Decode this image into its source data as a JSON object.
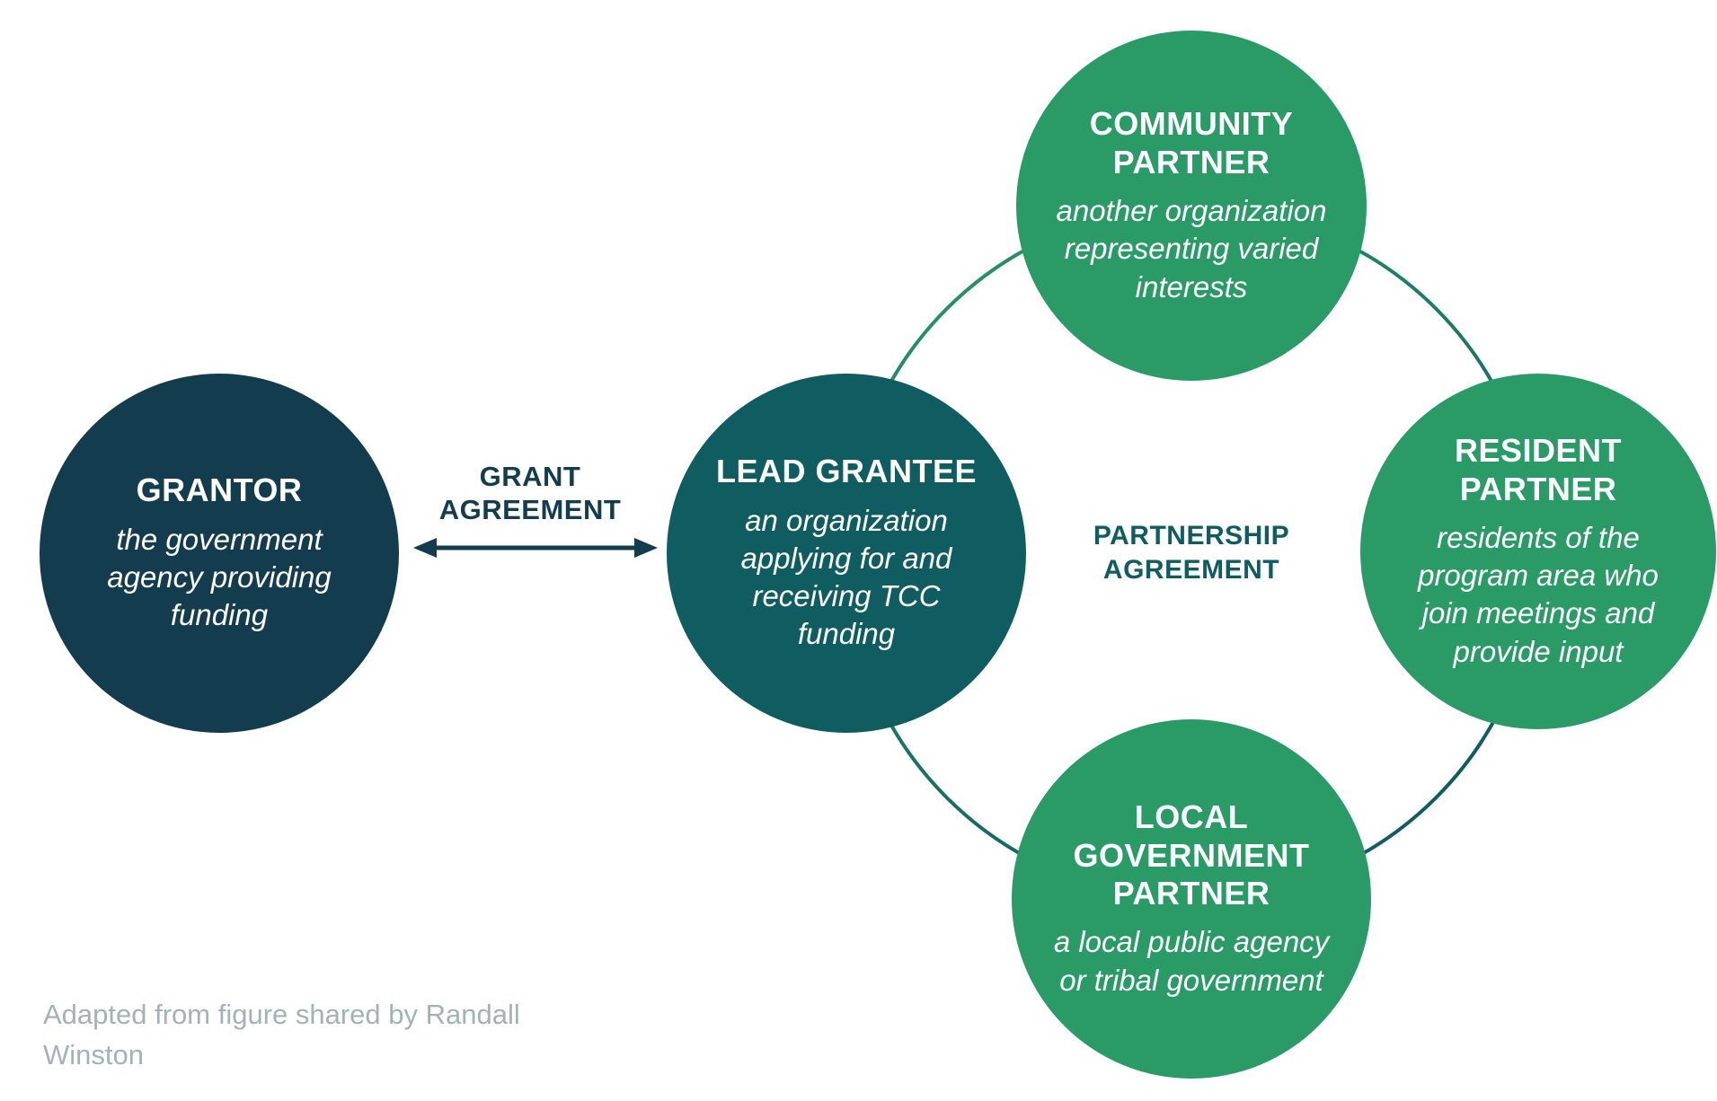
{
  "diagram": {
    "nodes": {
      "grantor": {
        "title": "GRANTOR",
        "description": "the government agency providing funding"
      },
      "lead_grantee": {
        "title": "LEAD GRANTEE",
        "description": "an organization applying for and receiving TCC funding"
      },
      "community_partner": {
        "title": "COMMUNITY PARTNER",
        "description": "another organization representing varied interests"
      },
      "resident_partner": {
        "title": "RESIDENT PARTNER",
        "description": "residents of the program area who join meetings and provide input"
      },
      "local_government_partner": {
        "title": "LOCAL GOVERNMENT PARTNER",
        "description": "a local public agency or tribal government"
      }
    },
    "labels": {
      "grant_agreement": "GRANT AGREEMENT",
      "partnership_agreement": "PARTNERSHIP AGREEMENT"
    },
    "caption": "Adapted from figure shared by Randall Winston"
  },
  "colors": {
    "grantor_circle": "#133d4e",
    "lead_grantee_circle": "#0f5c61",
    "partner_circle": "#2a9a67",
    "ring_gradient_start": "#2a9a67",
    "ring_gradient_end": "#0f5c61",
    "grant_agreement_text": "#133d4e",
    "partnership_agreement_text": "#0f5c61",
    "arrow": "#133d4e",
    "caption_text": "#a3b2b9",
    "circle_text": "#ffffff"
  }
}
